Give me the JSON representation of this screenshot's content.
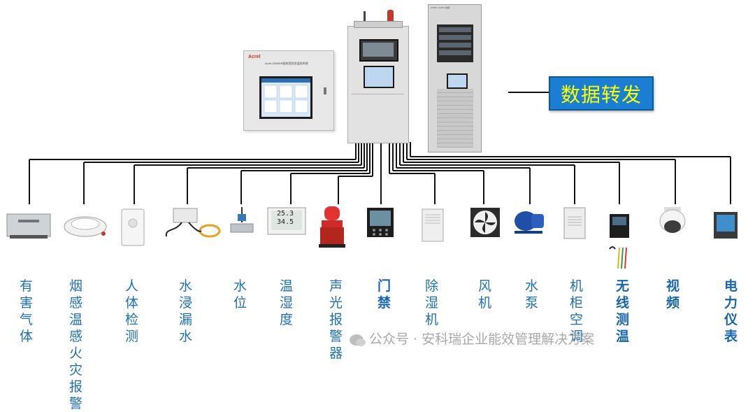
{
  "forward_label": "数据转发",
  "gateway_box": {
    "brand": "Acrel",
    "model_text": "Acrel-2000E/B配电室综合监控系统"
  },
  "rack_tag": "ACREL ACREL 数据",
  "devices": [
    {
      "label": "有害气体",
      "icon": "harmful-gas-sensor-icon",
      "bold": false
    },
    {
      "label": "烟感温感火灾报警",
      "icon": "smoke-detector-icon",
      "bold": false
    },
    {
      "label": "人体检测",
      "icon": "human-detector-icon",
      "bold": false
    },
    {
      "label": "水浸漏水",
      "icon": "water-leak-sensor-icon",
      "bold": false
    },
    {
      "label": "水位",
      "icon": "water-level-sensor-icon",
      "bold": false
    },
    {
      "label": "温湿度",
      "icon": "temp-humidity-meter-icon",
      "bold": false
    },
    {
      "label": "声光报警器",
      "icon": "siren-icon",
      "bold": false
    },
    {
      "label": "门禁",
      "icon": "access-control-icon",
      "bold": true
    },
    {
      "label": "除湿机",
      "icon": "dehumidifier-icon",
      "bold": false
    },
    {
      "label": "风机",
      "icon": "fan-icon",
      "bold": false
    },
    {
      "label": "水泵",
      "icon": "water-pump-icon",
      "bold": false
    },
    {
      "label": "机柜空调",
      "icon": "cabinet-ac-icon",
      "bold": false
    },
    {
      "label": "无线测温",
      "icon": "wireless-temp-icon",
      "bold": true
    },
    {
      "label": "视频",
      "icon": "camera-icon",
      "bold": true
    },
    {
      "label": "电力仪表",
      "icon": "power-meter-icon",
      "bold": true
    }
  ],
  "temp_display": {
    "line1": "25.3",
    "line2": "34.5"
  },
  "watermark": "公众号 · 安科瑞企业能效管理解决方案",
  "colors": {
    "forward_bg": "#1a7fd3",
    "forward_text": "#ffff00",
    "label_text": "#1f6fb4"
  }
}
